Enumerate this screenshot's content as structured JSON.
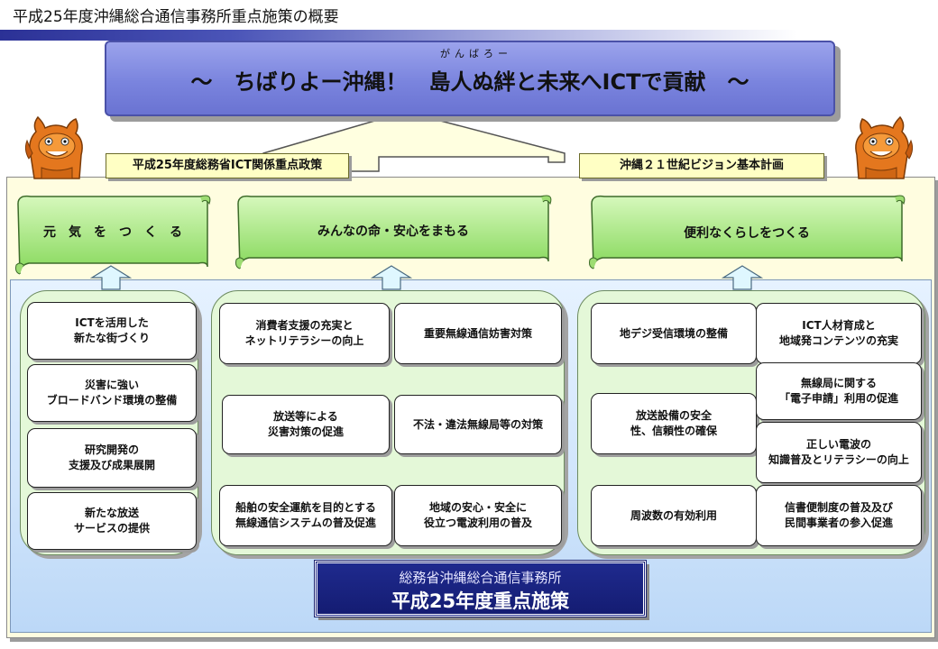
{
  "header": {
    "title": "平成25年度沖縄総合通信事務所重点施策の概要"
  },
  "banner": {
    "ruby": "がんばろー",
    "slogan": "～　ちばりよー沖縄！　島人ぬ絆と未来へICTで貢献　～"
  },
  "policies": {
    "left": "平成25年度総務省ICT関係重点政策",
    "right": "沖縄２１世紀ビジョン基本計画"
  },
  "pillars": [
    {
      "title": "元　気　を　つ　く　る",
      "items": [
        "ICTを活用した\n新たな街づくり",
        "災害に強い\nブロードバンド環境の整備",
        "研究開発の\n支援及び成果展開",
        "新たな放送\nサービスの提供"
      ]
    },
    {
      "title": "みんなの命・安心をまもる",
      "items": [
        "消費者支援の充実と\nネットリテラシーの向上",
        "重要無線通信妨害対策",
        "放送等による\n災害対策の促進",
        "不法・違法無線局等の対策",
        "船舶の安全運航を目的とする\n無線通信システムの普及促進",
        "地域の安心・安全に\n役立つ電波利用の普及"
      ]
    },
    {
      "title": "便利なくらしをつくる",
      "items": [
        "地デジ受信環境の整備",
        "ICT人材育成と\n地域発コンテンツの充実",
        "放送設備の安全\n性、信頼性の確保",
        "無線局に関する\n「電子申請」利用の促進",
        "正しい電波の\n知識普及とリテラシーの向上",
        "周波数の有効利用",
        "信書便制度の普及及び\n民間事業者の参入促進"
      ]
    }
  ],
  "office": {
    "name": "総務省沖縄総合通信事務所",
    "measures": "平成25年度重点施策"
  },
  "colors": {
    "banner": "#7a84de",
    "policy_label": "#ffffc4",
    "scroll_green": "#a8ec7a",
    "group_green": "#e4f8d8",
    "office_navy": "#141c72"
  },
  "icons": [
    "shisa-mascot-icon",
    "scroll-banner-icon",
    "up-arrow-icon"
  ]
}
